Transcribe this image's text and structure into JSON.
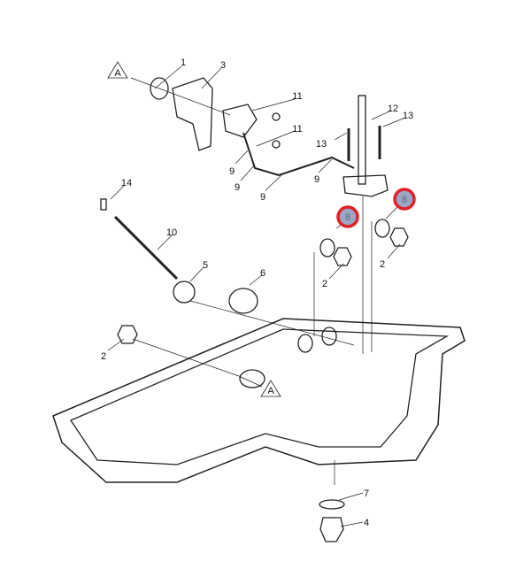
{
  "diagram": {
    "title": "Oil pan exploded view",
    "highlight_color": "#e0202a",
    "highlight_fill": "#9aa8c4",
    "callouts": [
      {
        "id": "c1",
        "text": "1"
      },
      {
        "id": "c3",
        "text": "3"
      },
      {
        "id": "c11a",
        "text": "11"
      },
      {
        "id": "c11b",
        "text": "11"
      },
      {
        "id": "c12",
        "text": "12"
      },
      {
        "id": "c13a",
        "text": "13"
      },
      {
        "id": "c13b",
        "text": "13"
      },
      {
        "id": "c9a",
        "text": "9"
      },
      {
        "id": "c9b",
        "text": "9"
      },
      {
        "id": "c9c",
        "text": "9"
      },
      {
        "id": "c9d",
        "text": "9"
      },
      {
        "id": "c14",
        "text": "14"
      },
      {
        "id": "c10",
        "text": "10"
      },
      {
        "id": "c5",
        "text": "5"
      },
      {
        "id": "c6",
        "text": "6"
      },
      {
        "id": "c8a",
        "text": "8"
      },
      {
        "id": "c8b",
        "text": "8"
      },
      {
        "id": "c2a",
        "text": "2"
      },
      {
        "id": "c2b",
        "text": "2"
      },
      {
        "id": "c2c",
        "text": "2"
      },
      {
        "id": "c7",
        "text": "7"
      },
      {
        "id": "c4",
        "text": "4"
      }
    ],
    "ref_markers": [
      {
        "text": "A"
      },
      {
        "text": "A"
      }
    ]
  }
}
